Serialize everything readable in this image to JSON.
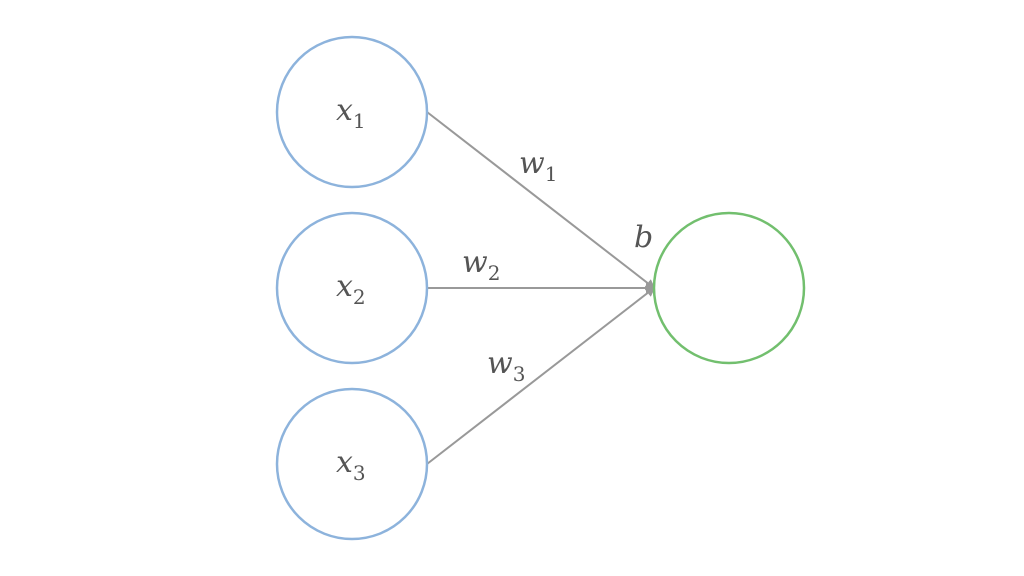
{
  "colors": {
    "input_node_stroke": "#8db3dc",
    "output_node_stroke": "#72bf6e",
    "edge": "#999999",
    "label": "#555555"
  },
  "inputs": [
    {
      "var": "x",
      "sub": "1"
    },
    {
      "var": "x",
      "sub": "2"
    },
    {
      "var": "x",
      "sub": "3"
    }
  ],
  "weights": [
    {
      "var": "w",
      "sub": "1"
    },
    {
      "var": "w",
      "sub": "2"
    },
    {
      "var": "w",
      "sub": "3"
    }
  ],
  "bias": {
    "var": "b"
  }
}
